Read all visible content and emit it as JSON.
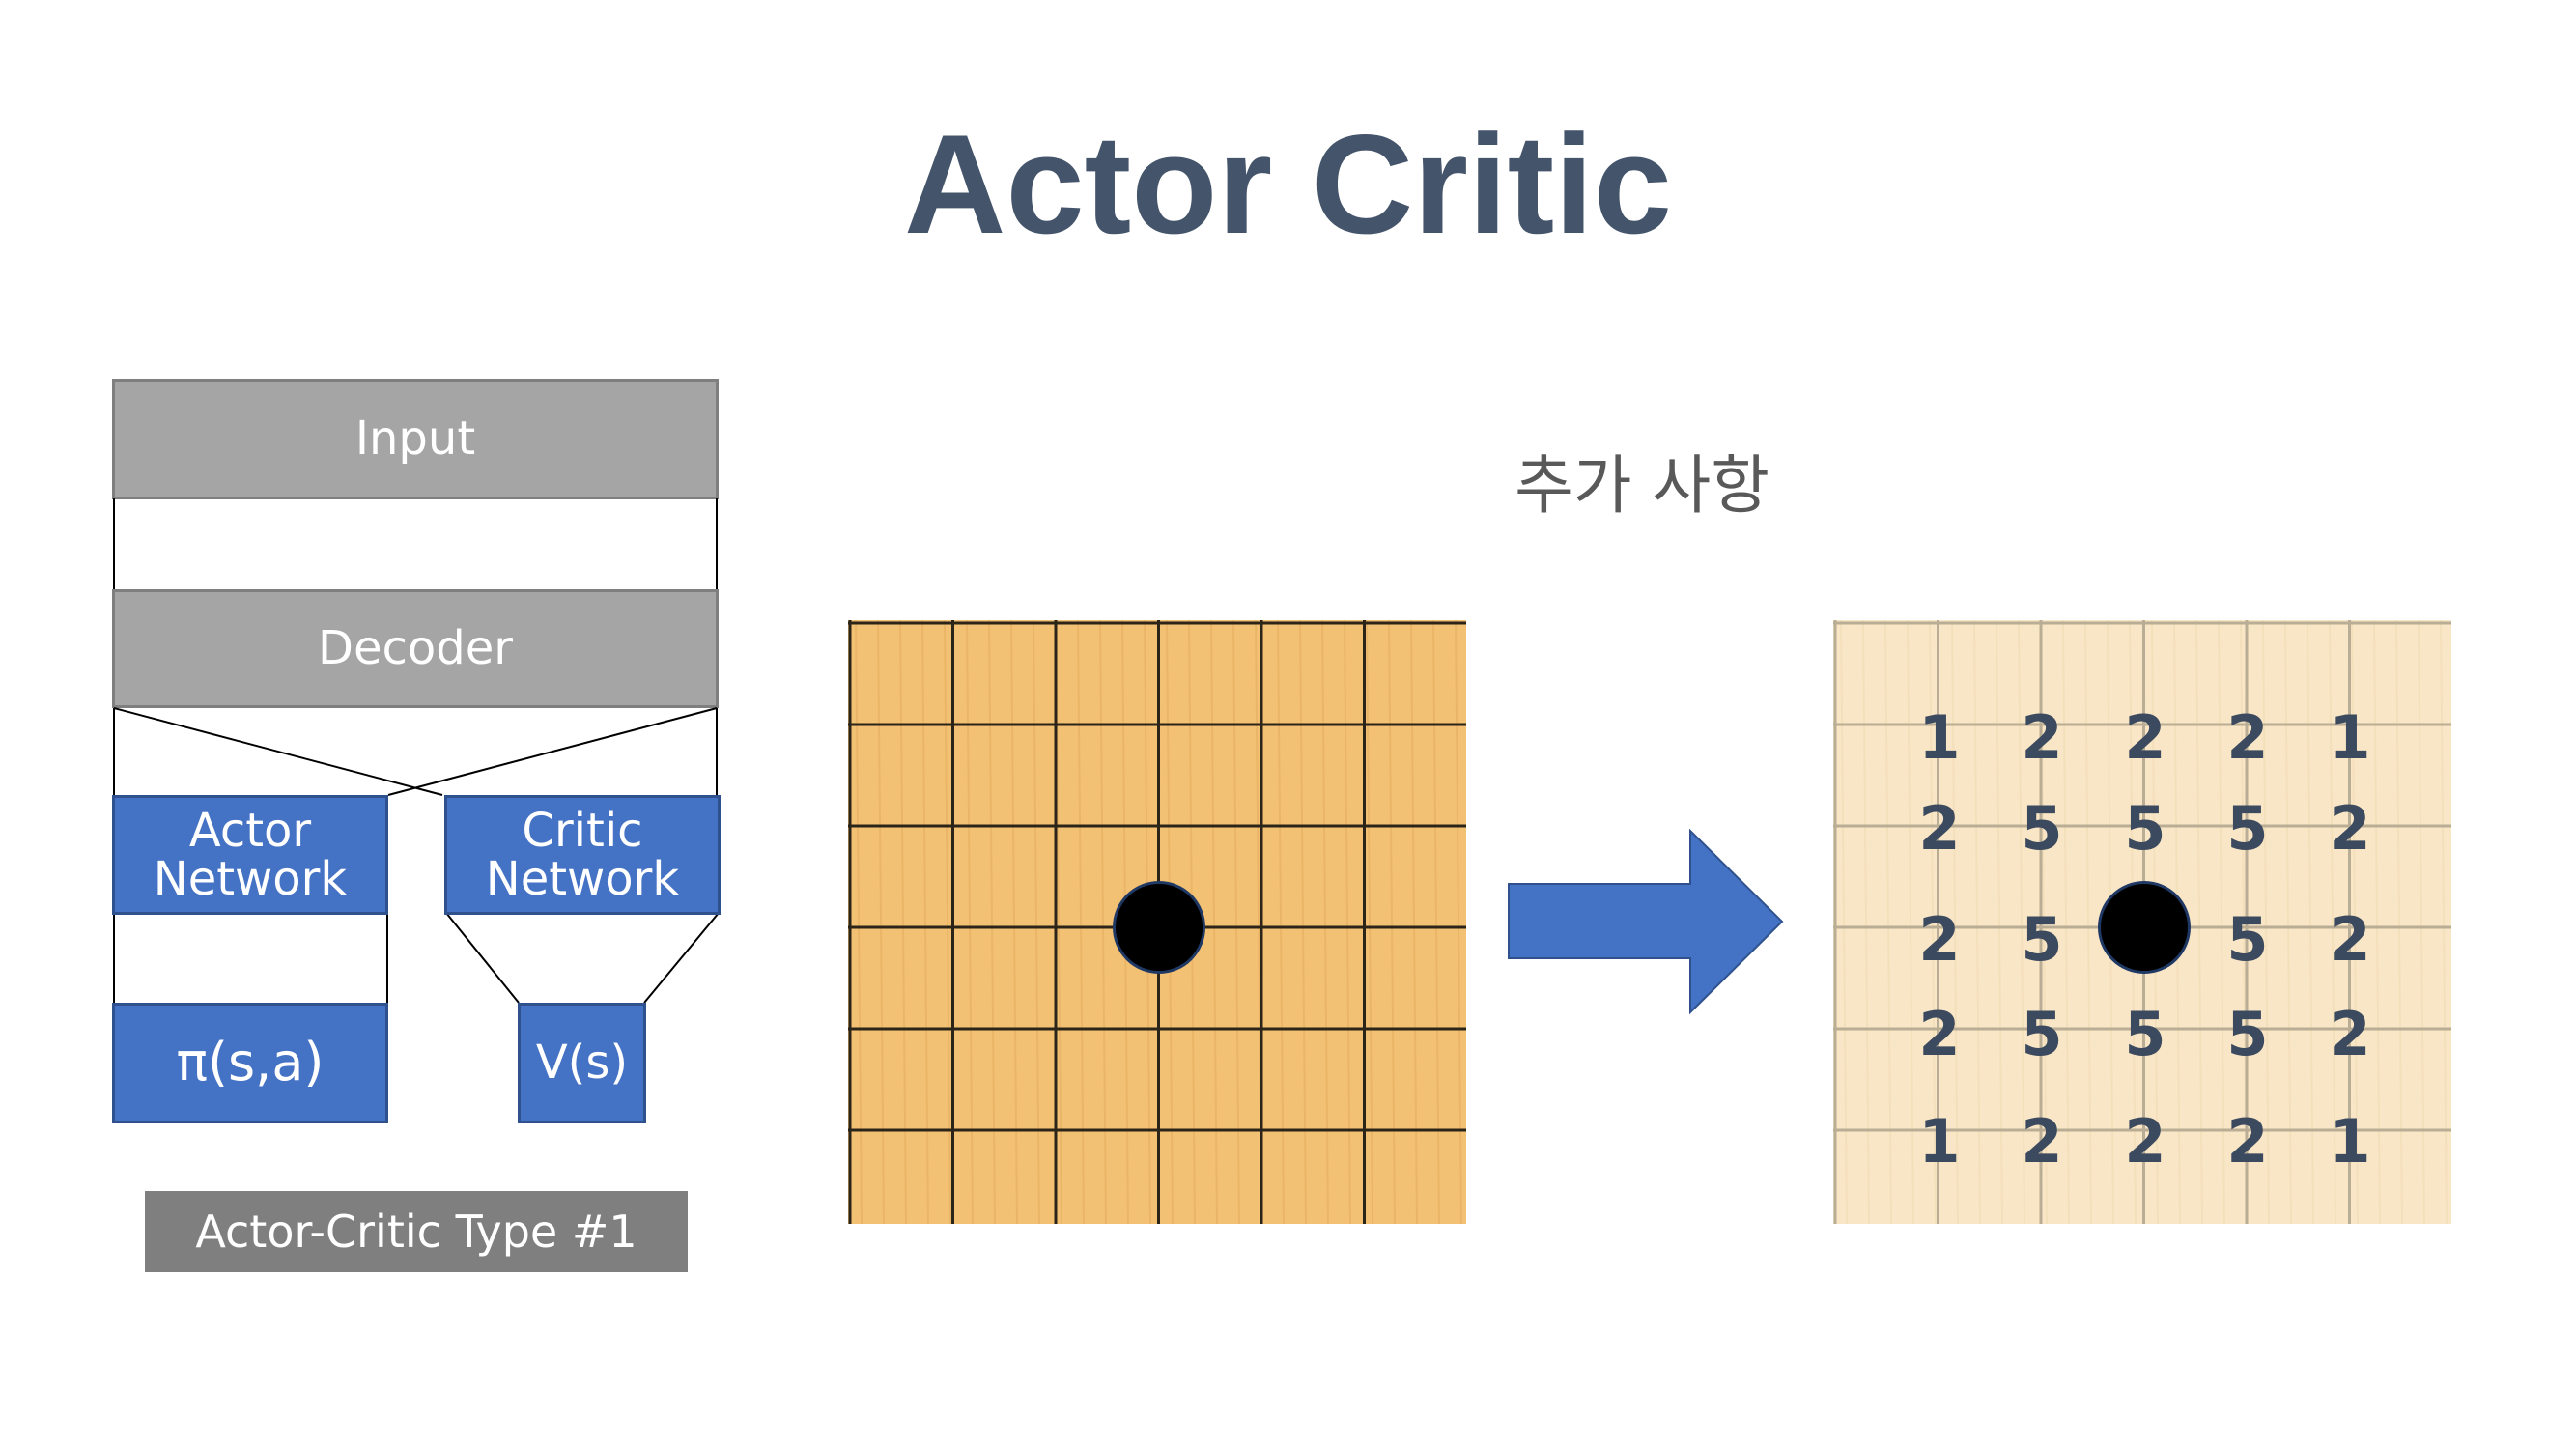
{
  "slide": {
    "title": "Actor Critic",
    "subtitle": "추가 사항"
  },
  "diagram": {
    "input_label": "Input",
    "decoder_label": "Decoder",
    "actor_network_label": "Actor\nNetwork",
    "critic_network_label": "Critic\nNetwork",
    "policy_label": "π(s,a)",
    "value_label": "V(s)",
    "caption": "Actor-Critic Type #1"
  },
  "board_left": {
    "grid_lines": 6,
    "stone": {
      "row": 3,
      "col": 3
    }
  },
  "board_right": {
    "grid_lines": 6,
    "stone": {
      "row": 3,
      "col": 3
    },
    "rows": [
      [
        "1",
        "2",
        "2",
        "2",
        "1"
      ],
      [
        "2",
        "5",
        "5",
        "5",
        "2"
      ],
      [
        "2",
        "5",
        "",
        "5",
        "2"
      ],
      [
        "2",
        "5",
        "5",
        "5",
        "2"
      ],
      [
        "1",
        "2",
        "2",
        "2",
        "1"
      ]
    ]
  },
  "colors": {
    "title": "#44546a",
    "box_gray": "#a5a5a5",
    "box_blue": "#4472c4",
    "caption_gray": "#7f7f7f",
    "board_wood": "#f3c173",
    "board_light": "#f9e6c6",
    "arrow": "#4472c4"
  }
}
